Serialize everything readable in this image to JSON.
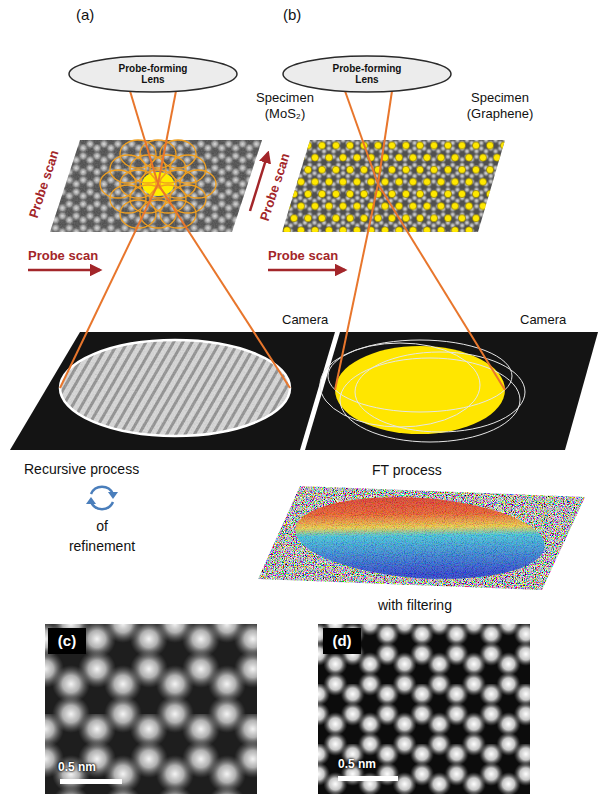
{
  "diagram": {
    "nodes": [
      {
        "text": [
          "Probe-forming Lens"
        ]
      },
      {
        "text": [
          "Probe-forming Lens"
        ]
      },
      {
        "text": [
          "(c)"
        ]
      },
      {
        "text": [
          "(d)"
        ]
      }
    ],
    "labels": [
      "(a)",
      "(b)",
      "Specimen (MoS₂)",
      "Specimen (Graphene)",
      "Probe scan",
      "Probe scan",
      "Probe scan",
      "Probe scan",
      "Camera",
      "Camera",
      "Recursive process",
      "of",
      "refinement",
      "FT process",
      "with filtering",
      "0.5 nm",
      "0.5 nm"
    ]
  }
}
